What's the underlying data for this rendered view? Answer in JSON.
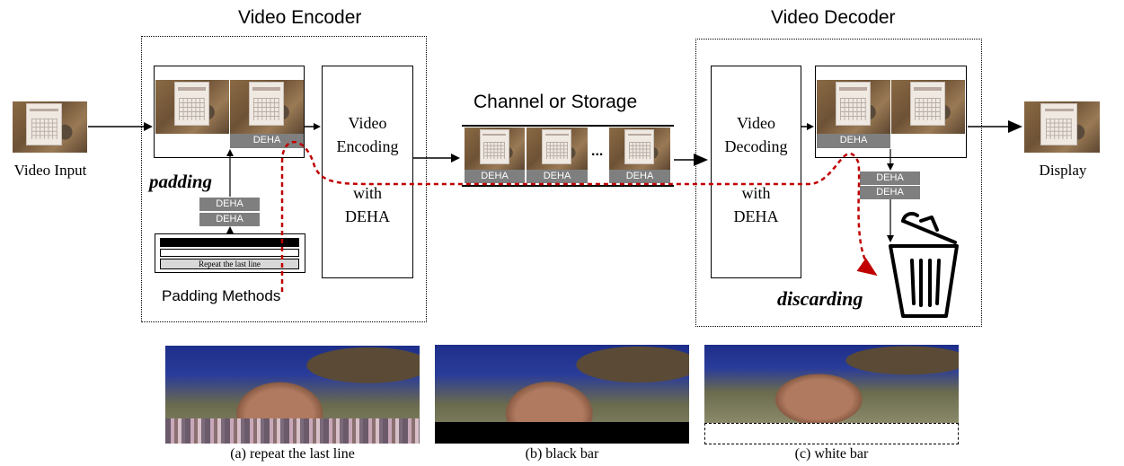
{
  "encoder": {
    "title": "Video Encoder",
    "video_input_label": "Video Input",
    "padding_label": "padding",
    "padding_methods_label": "Padding Methods",
    "repeat_line_label": "Repeat the last line",
    "encoding_block": [
      "Video",
      "Encoding",
      "with",
      "DEHA"
    ],
    "deha": "DEHA"
  },
  "channel": {
    "title": "Channel or Storage",
    "deha": "DEHA",
    "ellipsis": "..."
  },
  "decoder": {
    "title": "Video Decoder",
    "decoding_block": [
      "Video",
      "Decoding",
      "with",
      "DEHA"
    ],
    "deha": "DEHA",
    "discarding_label": "discarding",
    "display_label": "Display"
  },
  "examples": [
    {
      "caption": "(a) repeat the last line"
    },
    {
      "caption": "(b) black bar"
    },
    {
      "caption": "(c) white bar"
    }
  ],
  "colors": {
    "deha_bg": "#7f7f7f",
    "flow_arrow": "#c00000"
  }
}
